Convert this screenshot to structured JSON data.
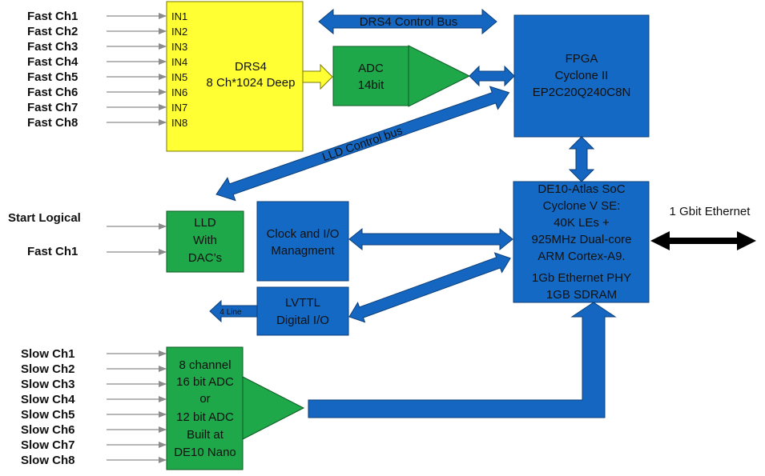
{
  "fast_inputs": [
    "Fast Ch1",
    "Fast Ch2",
    "Fast Ch3",
    "Fast Ch4",
    "Fast Ch5",
    "Fast Ch6",
    "Fast Ch7",
    "Fast Ch8"
  ],
  "drs4_pins": [
    "IN1",
    "IN2",
    "IN3",
    "IN4",
    "IN5",
    "IN6",
    "IN7",
    "IN8"
  ],
  "drs4": {
    "title": "DRS4",
    "subtitle": "8 Ch*1024 Deep"
  },
  "adc": {
    "line1": "ADC",
    "line2": "14bit"
  },
  "fpga": {
    "line1": "FPGA",
    "line2": "Cyclone II",
    "line3": "EP2C20Q240C8N"
  },
  "buses": {
    "drs4_control": "DRS4 Control Bus",
    "lld_control": "LLD Control bus",
    "four_line": "4 Line"
  },
  "lld": {
    "line1": "LLD",
    "line2": "With",
    "line3": "DAC’s"
  },
  "lld_inputs": [
    "Start Logical",
    "Fast Ch1"
  ],
  "clock_io": {
    "line1": "Clock and I/O",
    "line2": "Managment"
  },
  "lvttl": {
    "line1": "LVTTL",
    "line2": "Digital I/O"
  },
  "soc": {
    "lines": [
      "DE10-Atlas SoC",
      "Cyclone V  SE:",
      "40K LEs +",
      "925MHz Dual-core",
      "ARM Cortex-A9.",
      "1Gb Ethernet PHY",
      "1GB SDRAM"
    ]
  },
  "ethernet": "1 Gbit Ethernet",
  "slow_inputs": [
    "Slow Ch1",
    "Slow Ch2",
    "Slow Ch3",
    "Slow Ch4",
    "Slow Ch5",
    "Slow Ch6",
    "Slow Ch7",
    "Slow Ch8"
  ],
  "slow_adc": {
    "lines": [
      "8 channel",
      "16 bit ADC",
      "or",
      "12 bit ADC",
      "Built at",
      "DE10 Nano"
    ]
  },
  "colors": {
    "yellow": "#ffff33",
    "green": "#1fa84a",
    "blue": "#1469c4",
    "arrow_blue": "#1566c0",
    "black": "#000000",
    "gray": "#8c8c8c"
  }
}
